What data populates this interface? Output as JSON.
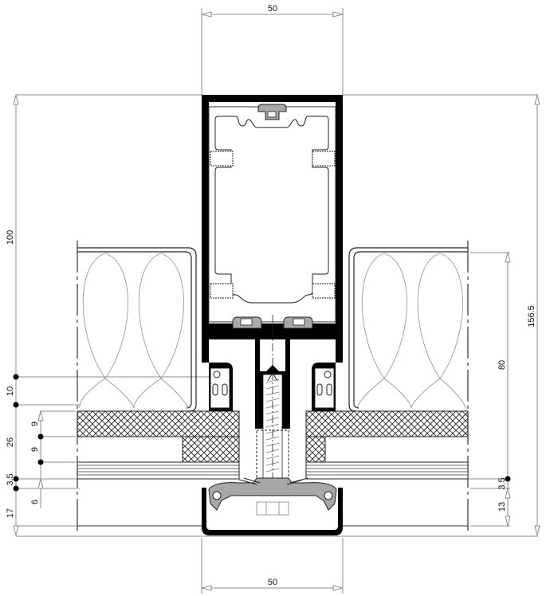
{
  "drawing": {
    "type": "curtain wall mullion section detail",
    "colors": {
      "profile": "#000000",
      "gasket": "#a8a8a8",
      "dimension_line": "#8c8c8c",
      "insulation_line": "#8c8c8c",
      "background": "#ffffff"
    }
  },
  "dimensions": {
    "top_width": "50",
    "bottom_width": "50",
    "left": {
      "overall_upper": "100",
      "d10": "10",
      "d26": "26",
      "d9a": "9",
      "d9b": "9",
      "d3_5": "3.5",
      "d6": "6",
      "d17": "17"
    },
    "right": {
      "d80": "80",
      "d3_5": "3.5",
      "d13": "13",
      "overall": "156.5"
    }
  }
}
